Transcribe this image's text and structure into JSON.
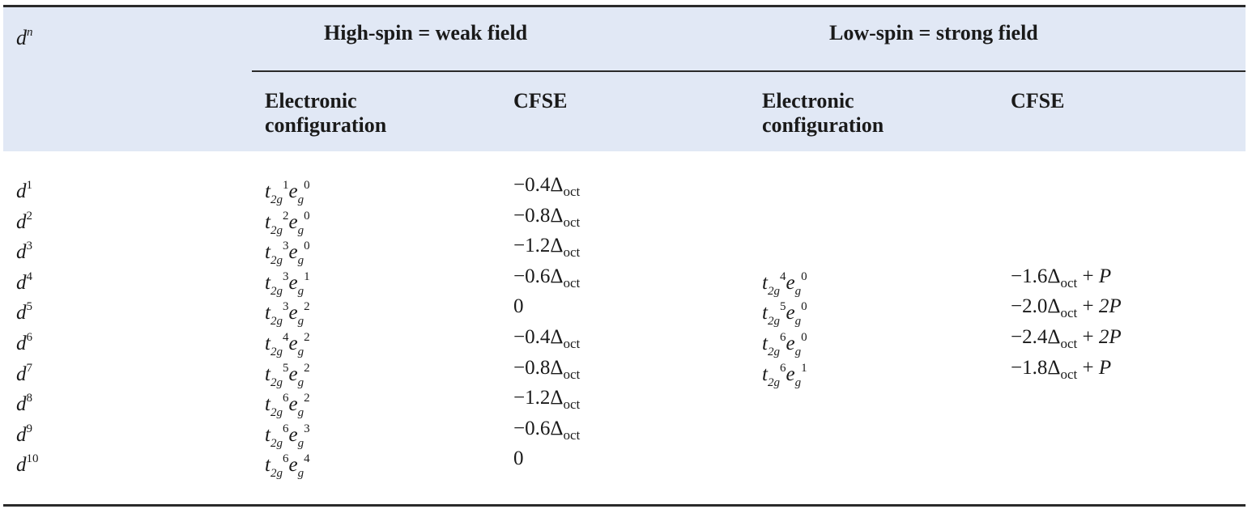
{
  "header": {
    "dn_base": "d",
    "dn_exp": "n",
    "high_spin": "High-spin = weak field",
    "low_spin": "Low-spin = strong field",
    "sub_headers": [
      "Electronic configuration",
      "CFSE",
      "Electronic configuration",
      "CFSE"
    ]
  },
  "rows": [
    {
      "dn": "d",
      "n": "1",
      "hs_t": "1",
      "hs_e": "0",
      "hs_cfse": "−0.4",
      "ls_t": "",
      "ls_e": "",
      "ls_cfse": "",
      "ls_p": ""
    },
    {
      "dn": "d",
      "n": "2",
      "hs_t": "2",
      "hs_e": "0",
      "hs_cfse": "−0.8",
      "ls_t": "",
      "ls_e": "",
      "ls_cfse": "",
      "ls_p": ""
    },
    {
      "dn": "d",
      "n": "3",
      "hs_t": "3",
      "hs_e": "0",
      "hs_cfse": "−1.2",
      "ls_t": "",
      "ls_e": "",
      "ls_cfse": "",
      "ls_p": ""
    },
    {
      "dn": "d",
      "n": "4",
      "hs_t": "3",
      "hs_e": "1",
      "hs_cfse": "−0.6",
      "ls_t": "4",
      "ls_e": "0",
      "ls_cfse": "−1.6",
      "ls_p": "P"
    },
    {
      "dn": "d",
      "n": "5",
      "hs_t": "3",
      "hs_e": "2",
      "hs_cfse": "0",
      "ls_t": "5",
      "ls_e": "0",
      "ls_cfse": "−2.0",
      "ls_p": "2P"
    },
    {
      "dn": "d",
      "n": "6",
      "hs_t": "4",
      "hs_e": "2",
      "hs_cfse": "−0.4",
      "ls_t": "6",
      "ls_e": "0",
      "ls_cfse": "−2.4",
      "ls_p": "2P"
    },
    {
      "dn": "d",
      "n": "7",
      "hs_t": "5",
      "hs_e": "2",
      "hs_cfse": "−0.8",
      "ls_t": "6",
      "ls_e": "1",
      "ls_cfse": "−1.8",
      "ls_p": "P"
    },
    {
      "dn": "d",
      "n": "8",
      "hs_t": "6",
      "hs_e": "2",
      "hs_cfse": "−1.2",
      "ls_t": "",
      "ls_e": "",
      "ls_cfse": "",
      "ls_p": ""
    },
    {
      "dn": "d",
      "n": "9",
      "hs_t": "6",
      "hs_e": "3",
      "hs_cfse": "−0.6",
      "ls_t": "",
      "ls_e": "",
      "ls_cfse": "",
      "ls_p": ""
    },
    {
      "dn": "d",
      "n": "10",
      "hs_t": "6",
      "hs_e": "4",
      "hs_cfse": "0",
      "ls_t": "",
      "ls_e": "",
      "ls_cfse": "",
      "ls_p": ""
    }
  ],
  "symbols": {
    "t": "t",
    "t_sub": "2g",
    "e": "e",
    "e_sub": "g",
    "delta": "Δ",
    "delta_sub": "oct",
    "plus": " + "
  },
  "colors": {
    "header_bg": "#e1e8f5",
    "rule": "#2a2a2a",
    "text": "#1a1a1a"
  }
}
